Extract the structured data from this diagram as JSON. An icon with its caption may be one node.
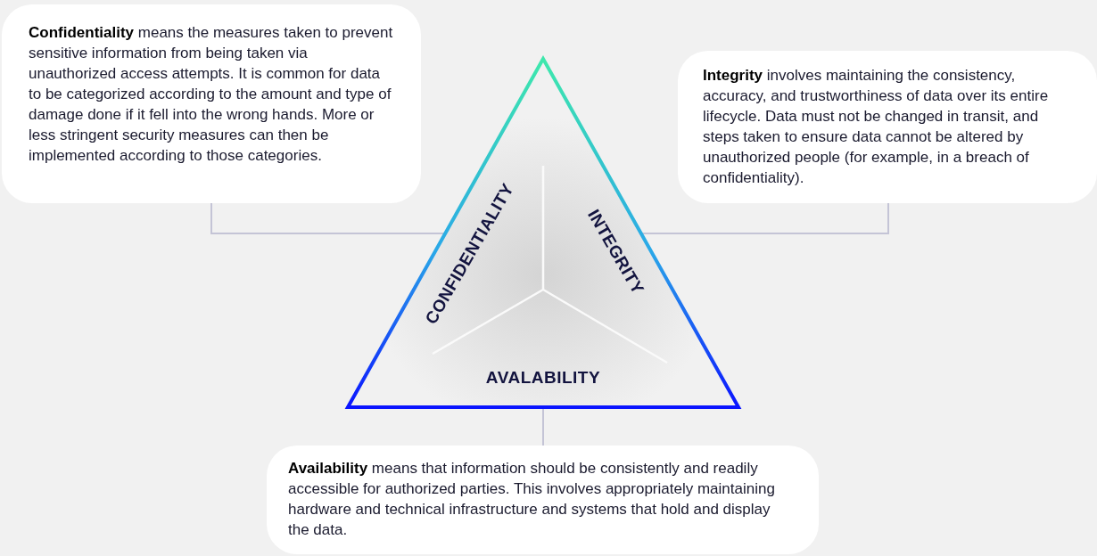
{
  "diagram": {
    "nodes": [
      {
        "text": [
          "CONFIDENTIALITY",
          "INTEGRITY",
          "AVALABILITY"
        ]
      },
      {
        "text": [
          "**Confidentiality** means the measures taken to prevent sensitive information from being taken via unauthorized access attempts. It is common for data to be categorized according to the amount and type of damage done if it fell into the wrong hands. More or less stringent security measures can then be implemented according to those categories."
        ]
      },
      {
        "text": [
          "**Integrity** involves maintaining the consistency, accuracy, and trustworthiness of data over its entire lifecycle. Data must not be changed in transit, and steps taken to ensure data cannot be altered by unauthorized people (for example, in a breach of confidentiality)."
        ]
      },
      {
        "text": [
          "**Availability** means that information should be consistently and readily accessible for authorized parties. This involves appropriately maintaining hardware and technical infrastructure and systems that hold and display the data."
        ]
      }
    ],
    "edges": [
      {
        "from": 1,
        "to": 0,
        "arrow": "none"
      },
      {
        "from": 2,
        "to": 0,
        "arrow": "none"
      },
      {
        "from": 0,
        "to": 3,
        "arrow": "none"
      }
    ]
  }
}
